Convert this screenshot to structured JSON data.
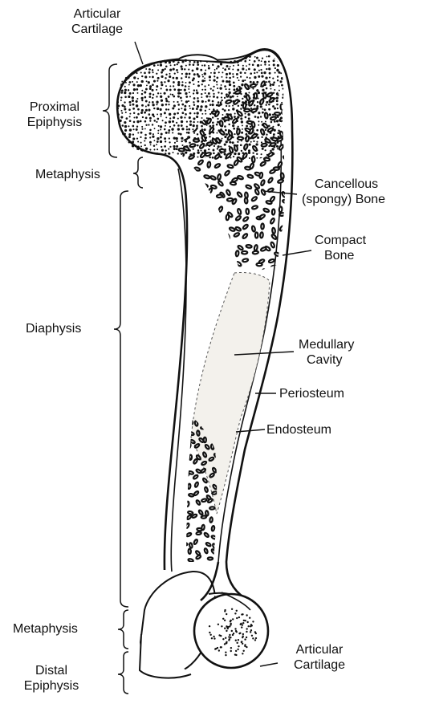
{
  "labels": {
    "articular_cartilage_top": [
      "Articular",
      "Cartilage"
    ],
    "proximal_epiphysis": [
      "Proximal",
      "Epiphysis"
    ],
    "metaphysis_top": "Metaphysis",
    "cancellous_bone": [
      "Cancellous",
      "(spongy) Bone"
    ],
    "compact_bone": [
      "Compact",
      "Bone"
    ],
    "diaphysis": "Diaphysis",
    "medullary_cavity": [
      "Medullary",
      "Cavity"
    ],
    "periosteum": "Periosteum",
    "endosteum": "Endosteum",
    "metaphysis_bottom": "Metaphysis",
    "articular_cartilage_bottom": [
      "Articular",
      "Cartilage"
    ],
    "distal_epiphysis": [
      "Distal",
      "Epiphysis"
    ]
  },
  "colors": {
    "ink": "#111111",
    "paper": "#ffffff",
    "cavity": "#f3f1ec"
  }
}
